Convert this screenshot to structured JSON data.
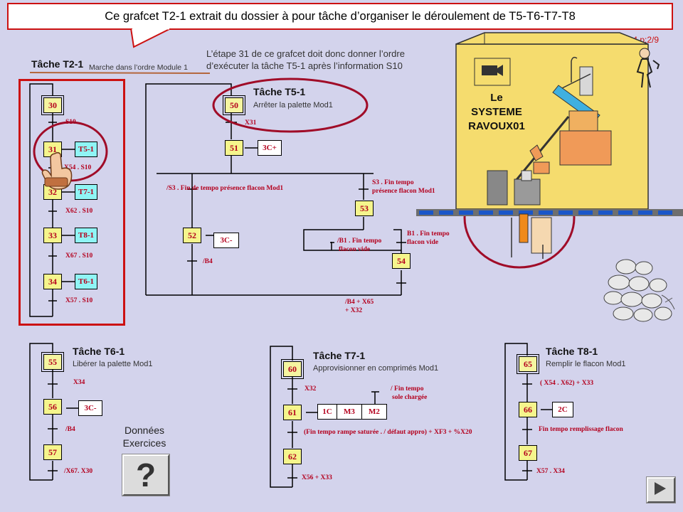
{
  "banner": {
    "text": "Ce grafcet T2-1 extrait du dossier à pour tâche d’organiser le déroulement de T5-T6-T7-T8"
  },
  "page_ref": "AU24 p:2/9",
  "note": {
    "line1": "L’étape 31 de ce grafcet doit donc donner l’ordre",
    "line2": "d’exécuter la tâche T5-1 après l’information S10"
  },
  "t2": {
    "title": "Tâche T2-1",
    "subtitle": "Marche dans l’ordre Module 1",
    "steps": [
      "30",
      "31",
      "32",
      "33",
      "34"
    ],
    "actions": [
      "T5-1",
      "T7-1",
      "T8-1",
      "T6-1"
    ],
    "conds": [
      "S10",
      "X54 .  S10",
      "X62 .  S10",
      "X67 .  S10",
      "X57 .  S10"
    ]
  },
  "t5": {
    "title": "Tâche T5-1",
    "subtitle": "Arrêter la palette Mod1",
    "steps": [
      "50",
      "51",
      "52",
      "53",
      "54"
    ],
    "actions": [
      "3C+",
      "3C-"
    ],
    "conds": [
      "X31",
      "/S3 . Fin de tempo présence flacon Mod1",
      "S3 . Fin tempo",
      "présence flacon Mod1",
      "/B1 . Fin tempo",
      "flacon vide",
      "B1 . Fin tempo",
      "flacon vide",
      "/B4",
      "/B4 +  X65",
      "+ X32"
    ]
  },
  "t6": {
    "title": "Tâche T6-1",
    "subtitle": "Libérer la palette Mod1",
    "steps": [
      "55",
      "56",
      "57"
    ],
    "actions": [
      "3C-"
    ],
    "conds": [
      "X34",
      "/B4",
      "/X67. X30"
    ]
  },
  "t7": {
    "title": "Tâche T7-1",
    "subtitle": "Approvisionner en comprimés Mod1",
    "steps": [
      "60",
      "61",
      "62"
    ],
    "actions": [
      "1C",
      "M3",
      "M2"
    ],
    "conds": [
      "X32",
      "/ Fin tempo",
      "sole chargée",
      "(Fin tempo rampe saturée .  / défaut appro) + XF3 + %X20",
      "X56 + X33"
    ]
  },
  "t8": {
    "title": "Tâche T8-1",
    "subtitle": "Remplir le flacon Mod1",
    "steps": [
      "65",
      "66",
      "67"
    ],
    "actions": [
      "2C"
    ],
    "conds": [
      "( X54 . X62) + X33",
      "Fin tempo remplissage flacon",
      "X57 . X34"
    ]
  },
  "system": {
    "line1": "Le",
    "line2": "SYSTEME",
    "line3": "RAVOUX01"
  },
  "exercises": {
    "line1": "Données",
    "line2": "Exercices",
    "symbol": "?"
  },
  "colors": {
    "banner_border": "#cc1111",
    "step_fill": "#f5f58c",
    "action_cyan": "#8ff5f5",
    "cond_text": "#b4001e",
    "background": "#d3d3ec",
    "machine": "#f5dc6e"
  },
  "icons": [
    "pointing-hand-icon",
    "next-arrow-icon",
    "camera-icon",
    "worker-figure-icon",
    "pill-pile-icon"
  ]
}
